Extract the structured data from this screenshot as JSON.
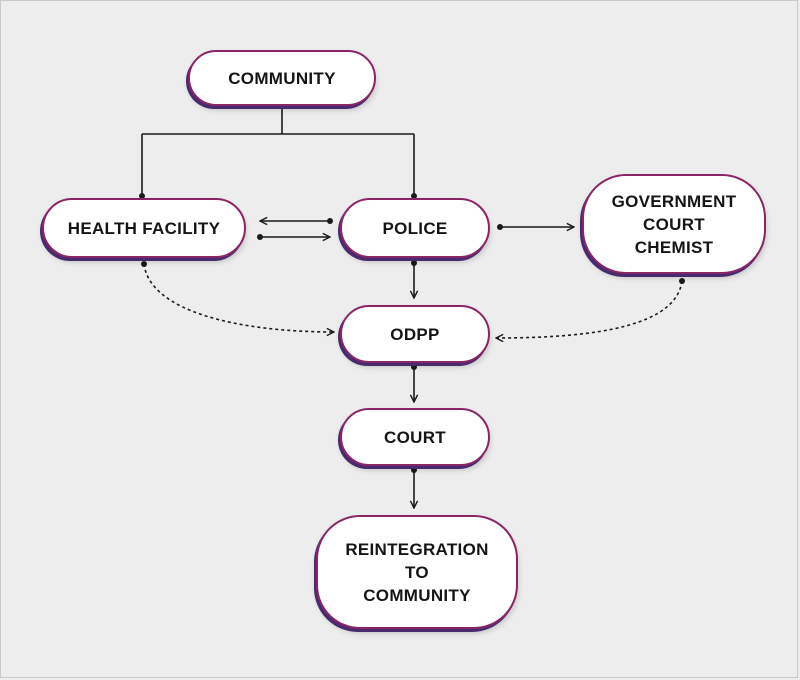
{
  "diagram": {
    "nodes": {
      "community": "COMMUNITY",
      "health_facility": "HEALTH FACILITY",
      "police": "POLICE",
      "government_court_chemist": "GOVERNMENT\nCOURT\nCHEMIST",
      "odpp": "ODPP",
      "court": "COURT",
      "reintegration": "REINTEGRATION\nTO\nCOMMUNITY"
    },
    "colors": {
      "border": "#8a2565",
      "shadow": "#4a2a6e",
      "line": "#1a1a1a",
      "background": "#ededed"
    }
  }
}
